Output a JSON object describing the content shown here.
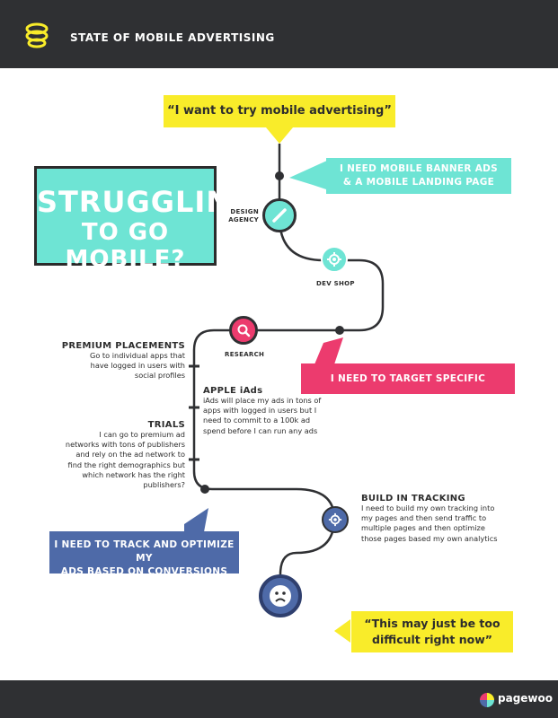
{
  "header": {
    "title": "STATE OF MOBILE ADVERTISING"
  },
  "quote_top": "“I want to try mobile advertising”",
  "struggle": {
    "line1": "STRUGGLING",
    "line2": "TO GO MOBILE?"
  },
  "banners": {
    "teal": {
      "line1": "I NEED MOBILE BANNER ADS",
      "line2": "& A MOBILE LANDING PAGE"
    },
    "pink": "I NEED TO TARGET SPECIFIC DEMOGRAPHICS",
    "blue": {
      "line1": "I NEED TO TRACK AND OPTIMIZE MY",
      "line2": "ADS BASED ON CONVERSIONS"
    }
  },
  "nodes": {
    "design_agency": {
      "line1": "DESIGN",
      "line2": "AGENCY",
      "icon": "pencil-icon"
    },
    "dev_shop": {
      "label": "DEV SHOP",
      "icon": "gear-icon"
    },
    "research": {
      "label": "RESEARCH",
      "icon": "magnifier-icon"
    },
    "tracking": {
      "icon": "gear-icon"
    },
    "sad": {
      "icon": "sad-face-icon"
    }
  },
  "premium": {
    "title": "PREMIUM PLACEMENTS",
    "lines": [
      "Go to individual apps that",
      "have logged in users with",
      "social profiles"
    ]
  },
  "apple": {
    "title": "APPLE iAds",
    "lines": [
      "iAds will place my ads in tons of",
      "apps with logged in users but I",
      "need to commit to a 100k ad",
      "spend before I can run any ads"
    ]
  },
  "trials": {
    "title": "TRIALS",
    "lines": [
      "I can go to premium ad",
      "networks with tons of publishers",
      "and rely on the ad network to",
      "find the right demographics but",
      "which network has the right",
      "publishers?"
    ]
  },
  "build": {
    "title": "BUILD IN TRACKING",
    "lines": [
      "I need to build my own tracking into",
      "my pages and then send traffic to",
      "multiple pages and then optimize",
      "those pages based my own analytics"
    ]
  },
  "quote_bottom": {
    "line1": "“This may just be too",
    "line2": "difficult right now”"
  },
  "footer": {
    "brand": "pagewoo"
  },
  "colors": {
    "dark": "#2f3033",
    "yellow": "#f9ec2a",
    "teal": "#6ee4d4",
    "pink": "#ec3b6e",
    "blue": "#4e6aa8",
    "navy": "#2f3f6e"
  }
}
